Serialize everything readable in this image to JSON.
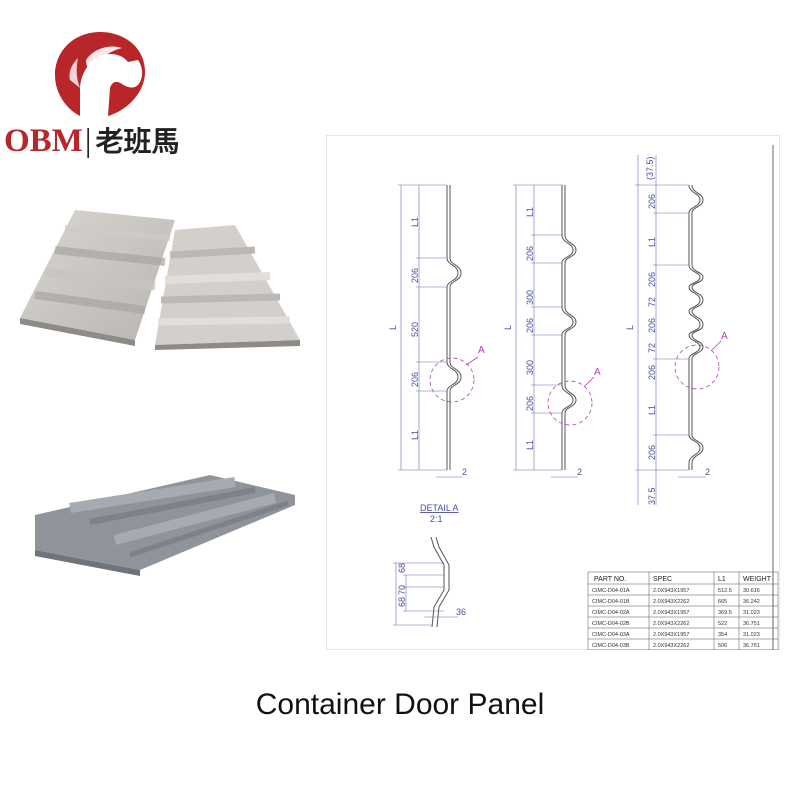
{
  "logo": {
    "latin": "OBM",
    "separator": "|",
    "chinese": "老班馬",
    "icon": "horse-head-icon",
    "brand_color": "#b8262a"
  },
  "drawing": {
    "label_L": "L",
    "label_L1": "L1",
    "dim_206": "206",
    "dim_520": "520",
    "dim_300": "300",
    "dim_72": "72",
    "dim_2": "2",
    "dim_37_5": "37.5",
    "dim_37_5_paren": "(37.5)",
    "callout_A": "A",
    "detail_title": "DETAIL A",
    "detail_scale": "2:1",
    "detail_dim_68a": "68",
    "detail_dim_70": "70",
    "detail_dim_68b": "68",
    "detail_dim_36": "36",
    "table": {
      "headers": [
        "PART NO.",
        "SPEC",
        "L1",
        "WEIGHT"
      ],
      "rows": [
        [
          "CIMC-D04-01A",
          "2.0X943X1957",
          "512.5",
          "30.616"
        ],
        [
          "CIMC-D04-01B",
          "2.0X943X2262",
          "665",
          "36.242"
        ],
        [
          "CIMC-D04-02A",
          "2.0X943X1957",
          "369.5",
          "31.023"
        ],
        [
          "CIMC-D04-02B",
          "2.0X943X2262",
          "522",
          "36.751"
        ],
        [
          "CIMC-D04-03A",
          "2.0X943X1957",
          "354",
          "31.023"
        ],
        [
          "CIMC-D04-03B",
          "2.0X943X2262",
          "506",
          "36.751"
        ]
      ]
    }
  },
  "caption": "Container Door Panel"
}
